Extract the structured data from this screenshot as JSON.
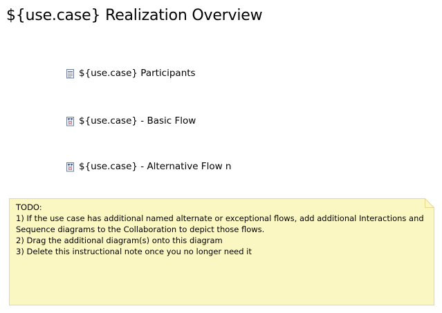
{
  "diagram": {
    "title": "${use.case} Realization Overview",
    "links": [
      {
        "label": "${use.case} Participants",
        "icon": "class-diagram-icon"
      },
      {
        "label": "${use.case} - Basic Flow",
        "icon": "sequence-diagram-icon"
      },
      {
        "label": "${use.case} - Alternative Flow n",
        "icon": "sequence-diagram-icon"
      }
    ],
    "note": {
      "text": "TODO:\n1) If the use case has additional named alternate or exceptional flows, add additional Interactions and Sequence diagrams to the Collaboration to depict those flows.\n2) Drag the additional diagram(s) onto this diagram\n3) Delete this instructional note once you no longer need it",
      "fill_color": "#fbf7c2",
      "border_color": "#e8d98a"
    }
  }
}
